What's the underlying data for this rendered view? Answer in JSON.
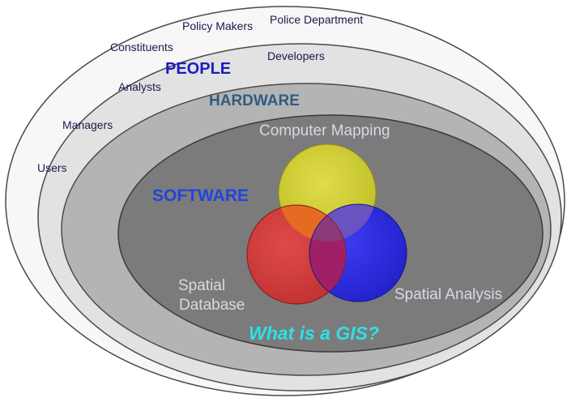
{
  "layers": {
    "people": {
      "title": "PEOPLE",
      "members": [
        "Policy Makers",
        "Police Department",
        "Constituents",
        "Developers",
        "Analysts",
        "Managers",
        "Users"
      ]
    },
    "hardware": {
      "title": "HARDWARE"
    },
    "software": {
      "title": "SOFTWARE",
      "components": {
        "computer_mapping": "Computer Mapping",
        "spatial_database_line1": "Spatial",
        "spatial_database_line2": "Database",
        "spatial_analysis": "Spatial Analysis"
      }
    }
  },
  "headline": "What is a GIS?",
  "colors": {
    "outer_ring": "#f7f7f7",
    "people_ring": "#e2e2e2",
    "hardware_ring": "#b4b4b4",
    "software_core": "#7b7b7b",
    "people_title": "#1c1cc4",
    "hardware_title": "#2f5c84",
    "software_title": "#2244dd",
    "headline": "#2ee0ea",
    "mapping_circle": "#d2d036",
    "database_circle": "#d43a3a",
    "analysis_circle": "#2a2ae0"
  }
}
